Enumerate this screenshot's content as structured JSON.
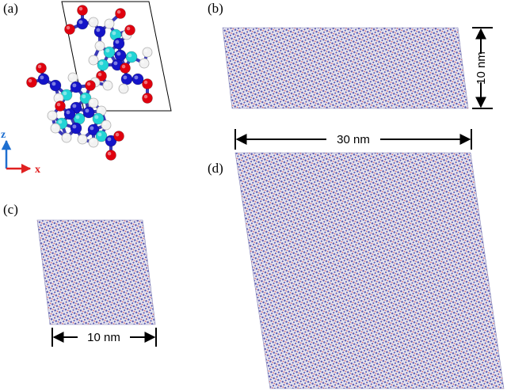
{
  "panels": {
    "a": {
      "label": "(a)"
    },
    "b": {
      "label": "(b)",
      "height_label": "10 nm",
      "width_label": "30 nm"
    },
    "c": {
      "label": "(c)",
      "width_label": "10 nm"
    },
    "d": {
      "label": "(d)"
    }
  },
  "axes": {
    "vertical": "z",
    "horizontal": "x"
  },
  "colors": {
    "oxygen": "#e0000e",
    "nitrogen": "#1414c8",
    "carbon": "#22d4d6",
    "hydrogen": "#f2f2f2",
    "lattice_blue": "#5a5ab0",
    "lattice_red": "#d45050",
    "axis_z": "#1e6fd0",
    "axis_x": "#e02020"
  }
}
